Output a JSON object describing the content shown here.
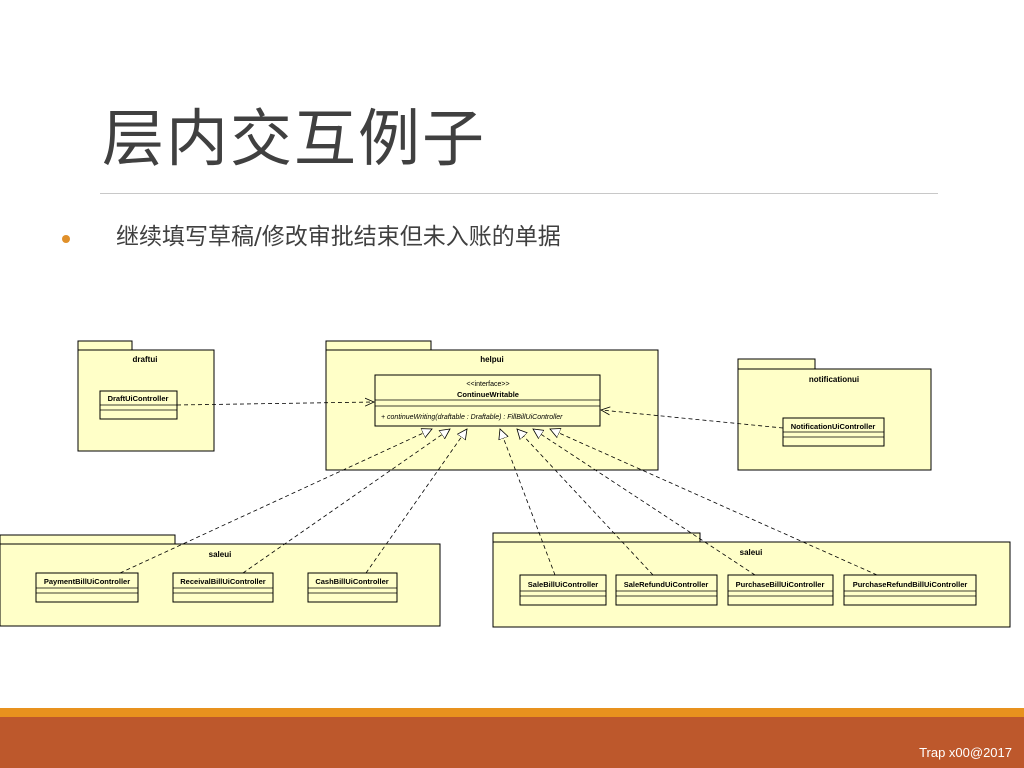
{
  "slide": {
    "title": "层内交互例子",
    "bullet": "继续填写草稿/修改审批结束但未入账的单据",
    "footer": "Trap x00@2017"
  },
  "colors": {
    "package_fill": "#ffffc8",
    "accent_orange": "#e8921e",
    "footer_bar": "#bd582c"
  },
  "diagram": {
    "packages": {
      "draftui": "draftui",
      "helpui": "helpui",
      "notificationui": "notificationui",
      "saleui_left": "saleui",
      "saleui_right": "saleui"
    },
    "interface": {
      "stereotype": "<<interface>>",
      "name": "ContinueWritable",
      "operation": "+ continueWriting(draftable : Draftable) : FillBillUiController"
    },
    "classes": {
      "draft": "DraftUiController",
      "notification": "NotificationUiController",
      "payment": "PaymentBillUiController",
      "receival": "ReceivalBillUiController",
      "cash": "CashBillUiController",
      "sale": "SaleBillUiController",
      "sale_refund": "SaleRefundUiController",
      "purchase": "PurchaseBillUiController",
      "purchase_refund": "PurchaseRefundBillUiController"
    }
  }
}
